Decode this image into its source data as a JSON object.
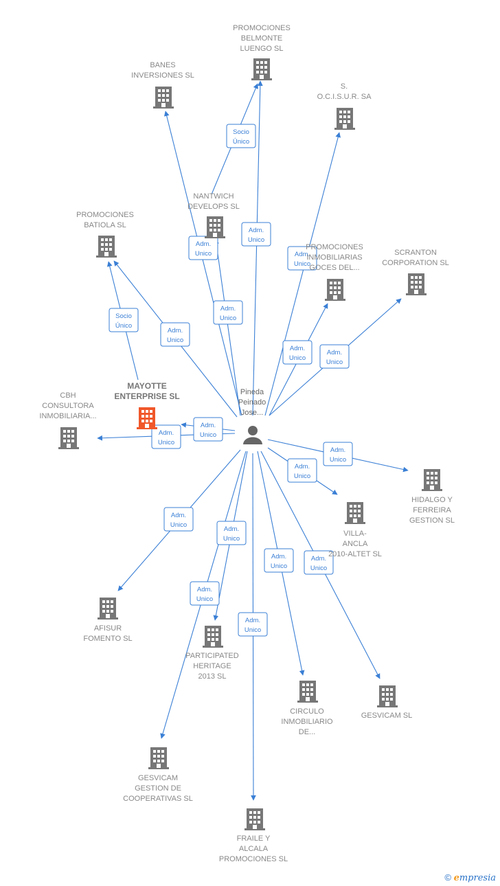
{
  "colors": {
    "edge": "#3a7fd5",
    "company": "#777777",
    "main_company": "#f0572a",
    "person": "#666666"
  },
  "center_person": {
    "label_lines": [
      "Pineda",
      "Peinado",
      "Jose..."
    ],
    "icon": "person-icon"
  },
  "nodes": [
    {
      "id": "belmonte",
      "label_lines": [
        "PROMOCIONES",
        "BELMONTE",
        "LUENGO SL"
      ]
    },
    {
      "id": "banes",
      "label_lines": [
        "BANES",
        "INVERSIONES SL"
      ]
    },
    {
      "id": "ocisur",
      "label_lines": [
        "S.",
        "O.C.I.S.U.R. SA"
      ]
    },
    {
      "id": "nantwich",
      "label_lines": [
        "NANTWICH",
        "DEVELOPS SL"
      ]
    },
    {
      "id": "batiola",
      "label_lines": [
        "PROMOCIONES",
        "BATIOLA SL"
      ]
    },
    {
      "id": "inmobiliarias",
      "label_lines": [
        "PROMOCIONES",
        "INMOBILIARIAS",
        "GOCES DEL..."
      ]
    },
    {
      "id": "scranton",
      "label_lines": [
        "SCRANTON",
        "CORPORATION SL"
      ]
    },
    {
      "id": "mayotte",
      "label_lines": [
        "MAYOTTE",
        "ENTERPRISE SL"
      ],
      "main": true
    },
    {
      "id": "cbh",
      "label_lines": [
        "CBH",
        "CONSULTORA",
        "INMOBILIARIA..."
      ]
    },
    {
      "id": "hidalgo",
      "label_lines": [
        "HIDALGO Y",
        "FERREIRA",
        "GESTION SL"
      ]
    },
    {
      "id": "villa",
      "label_lines": [
        "VILLA-",
        "ANCLA",
        "2010-ALTET SL"
      ]
    },
    {
      "id": "afisur",
      "label_lines": [
        "AFISUR",
        "FOMENTO SL"
      ]
    },
    {
      "id": "participated",
      "label_lines": [
        "PARTICIPATED",
        "HERITAGE",
        "2013 SL"
      ]
    },
    {
      "id": "circulo",
      "label_lines": [
        "CIRCULO",
        "INMOBILIARIO",
        "DE..."
      ]
    },
    {
      "id": "gesvicam",
      "label_lines": [
        "GESVICAM SL"
      ]
    },
    {
      "id": "gesvicam_gestion",
      "label_lines": [
        "GESVICAM",
        "GESTION DE",
        "COOPERATIVAS SL"
      ]
    },
    {
      "id": "fraile",
      "label_lines": [
        "FRAILE Y",
        "ALCALA",
        "PROMOCIONES SL"
      ]
    }
  ],
  "edges": [
    {
      "from": "center_person",
      "to": "belmonte",
      "label_lines": [
        "Adm.",
        "Unico"
      ]
    },
    {
      "from": "nantwich",
      "to": "belmonte",
      "label_lines": [
        "Socio",
        "Único"
      ]
    },
    {
      "from": "center_person",
      "to": "banes",
      "label_lines": [
        "Adm.",
        "Unico"
      ]
    },
    {
      "from": "center_person",
      "to": "nantwich",
      "label_lines": [
        "Adm.",
        "Unico"
      ]
    },
    {
      "from": "center_person",
      "to": "ocisur",
      "label_lines": [
        "Adm.",
        "Unico"
      ]
    },
    {
      "from": "center_person",
      "to": "batiola",
      "label_lines": [
        "Adm.",
        "Unico"
      ]
    },
    {
      "from": "mayotte",
      "to": "batiola",
      "label_lines": [
        "Socio",
        "Único"
      ]
    },
    {
      "from": "center_person",
      "to": "inmobiliarias",
      "label_lines": [
        "Adm.",
        "Unico"
      ]
    },
    {
      "from": "center_person",
      "to": "scranton",
      "label_lines": [
        "Adm.",
        "Unico"
      ]
    },
    {
      "from": "center_person",
      "to": "mayotte",
      "label_lines": [
        "Adm.",
        "Unico"
      ]
    },
    {
      "from": "center_person",
      "to": "cbh",
      "label_lines": [
        "Adm.",
        "Unico"
      ]
    },
    {
      "from": "center_person",
      "to": "hidalgo",
      "label_lines": [
        "Adm.",
        "Unico"
      ]
    },
    {
      "from": "center_person",
      "to": "villa",
      "label_lines": [
        "Adm.",
        "Unico"
      ]
    },
    {
      "from": "center_person",
      "to": "afisur",
      "label_lines": [
        "Adm.",
        "Unico"
      ]
    },
    {
      "from": "center_person",
      "to": "participated",
      "label_lines": [
        "Adm.",
        "Unico"
      ]
    },
    {
      "from": "center_person",
      "to": "gesvicam_gestion",
      "label_lines": [
        "Adm.",
        "Unico"
      ]
    },
    {
      "from": "center_person",
      "to": "fraile",
      "label_lines": [
        "Adm.",
        "Unico"
      ]
    },
    {
      "from": "center_person",
      "to": "circulo",
      "label_lines": [
        "Adm.",
        "Unico"
      ]
    },
    {
      "from": "center_person",
      "to": "gesvicam",
      "label_lines": [
        "Adm.",
        "Unico"
      ]
    }
  ],
  "footer": {
    "copyright": "©",
    "brand_initial": "e",
    "brand_rest": "mpresia"
  }
}
